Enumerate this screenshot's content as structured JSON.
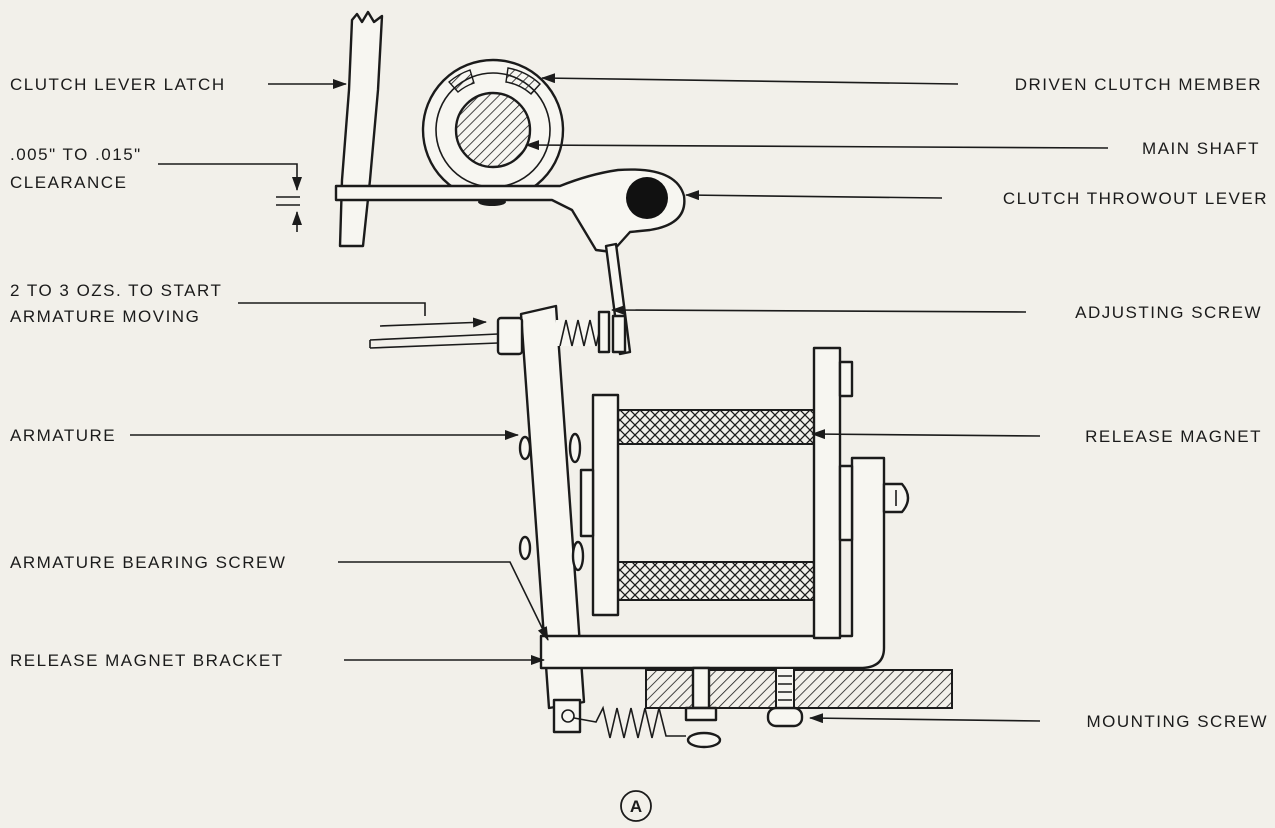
{
  "labels": {
    "clutch_lever_latch": "CLUTCH LEVER LATCH",
    "clearance_value": ".005\" TO .015\"",
    "clearance_word": "CLEARANCE",
    "start_force_1": "2 TO 3 OZS. TO START",
    "start_force_2": "ARMATURE MOVING",
    "armature": "ARMATURE",
    "armature_bearing_screw": "ARMATURE BEARING SCREW",
    "release_magnet_bracket": "RELEASE MAGNET BRACKET",
    "driven_clutch_member": "DRIVEN CLUTCH MEMBER",
    "main_shaft": "MAIN SHAFT",
    "clutch_throwout_lever": "CLUTCH THROWOUT LEVER",
    "adjusting_screw": "ADJUSTING SCREW",
    "release_magnet": "RELEASE MAGNET",
    "mounting_screw": "MOUNTING SCREW"
  },
  "figure": {
    "letter": "A"
  },
  "colors": {
    "ink": "#1b1b1b",
    "paper": "#f2f0ea"
  }
}
